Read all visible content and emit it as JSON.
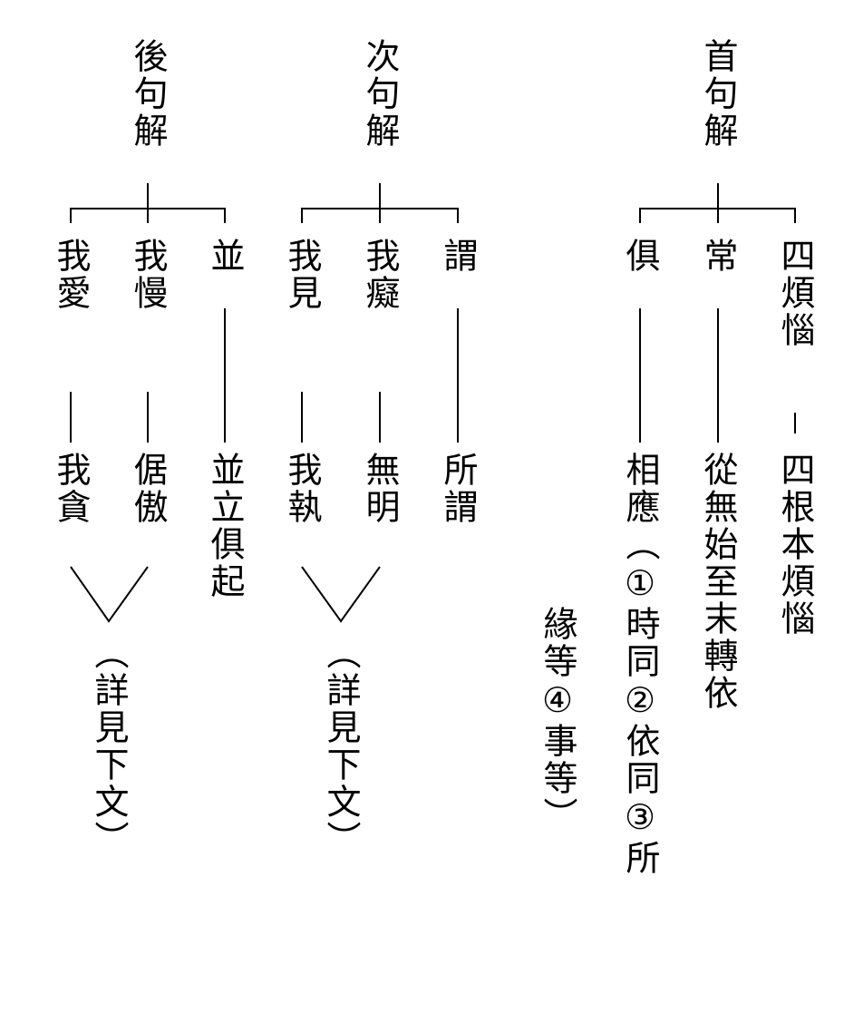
{
  "diagram": {
    "colors": {
      "ink": "#000000",
      "background": "#ffffff"
    },
    "groups": {
      "first": {
        "title": "首句解",
        "branches": {
          "b1": {
            "top": "四煩惱",
            "bottom": "四根本煩惱"
          },
          "b2": {
            "top": "常",
            "bottom": "從無始至末轉依"
          },
          "b3": {
            "top": "俱",
            "bottom": "相應（①時同②依同③所",
            "extra": "緣等④事等）"
          }
        }
      },
      "second": {
        "title": "次句解",
        "branches": {
          "b1": {
            "top": "謂",
            "bottom": "所謂"
          },
          "b2": {
            "top": "我癡",
            "bottom": "無明"
          },
          "b3": {
            "top": "我見",
            "bottom": "我執"
          }
        },
        "note": "（詳見下文）"
      },
      "third": {
        "title": "後句解",
        "branches": {
          "b1": {
            "top": "並",
            "bottom": "並立俱起"
          },
          "b2": {
            "top": "我慢",
            "bottom": "倨傲"
          },
          "b3": {
            "top": "我愛",
            "bottom": "我貪"
          }
        },
        "note": "（詳見下文）"
      }
    }
  }
}
